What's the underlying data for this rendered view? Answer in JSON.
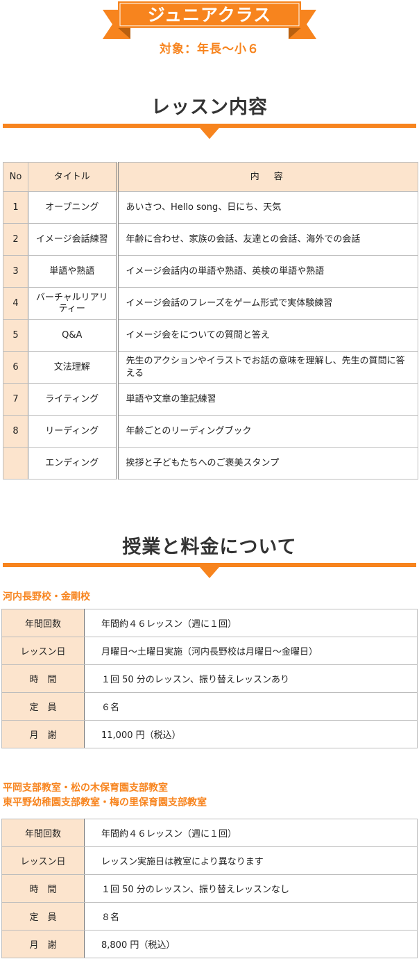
{
  "header": {
    "title": "ジュニアクラス",
    "target": "対象：年長〜小６"
  },
  "colors": {
    "accent": "#f7841e",
    "table_header": "#fce4cd"
  },
  "lesson_section": {
    "title": "レッスン内容",
    "columns": [
      "No",
      "タイトル",
      "内　容"
    ],
    "rows": [
      {
        "no": "1",
        "title": "オープニング",
        "content": "あいさつ、Hello song、日にち、天気"
      },
      {
        "no": "2",
        "title": "イメージ会話練習",
        "content": "年齢に合わせ、家族の会話、友達との会話、海外での会話"
      },
      {
        "no": "3",
        "title": "単語や熟語",
        "content": "イメージ会話内の単語や熟語、英検の単語や熟語"
      },
      {
        "no": "4",
        "title": "バーチャルリアリティー",
        "content": "イメージ会話のフレーズをゲーム形式で実体験練習"
      },
      {
        "no": "5",
        "title": "Q&A",
        "content": "イメージ会をについての質問と答え"
      },
      {
        "no": "6",
        "title": "文法理解",
        "content": "先生のアクションやイラストでお話の意味を理解し、先生の質問に答える"
      },
      {
        "no": "7",
        "title": "ライティング",
        "content": "単語や文章の筆記練習"
      },
      {
        "no": "8",
        "title": "リーディング",
        "content": "年齢ごとのリーディングブック"
      },
      {
        "no": "",
        "title": "エンディング",
        "content": "挨拶と子どもたちへのご褒美スタンプ"
      }
    ]
  },
  "fee_section": {
    "title": "授業と料金について",
    "campus1": {
      "name": "河内長野校・金剛校",
      "rows": [
        {
          "key": "年間回数",
          "value": "年間約４６レッスン（週に１回）"
        },
        {
          "key": "レッスン日",
          "value": "月曜日〜土曜日実施（河内長野校は月曜日〜金曜日）"
        },
        {
          "key": "時　間",
          "value": "１回 50 分のレッスン、振り替えレッスンあり"
        },
        {
          "key": "定　員",
          "value": "６名"
        },
        {
          "key": "月　謝",
          "value": "11,000 円（税込）"
        }
      ]
    },
    "campus2": {
      "name_line1": "平岡支部教室・松の木保育園支部教室",
      "name_line2": "東平野幼稚園支部教室・梅の里保育園支部教室",
      "rows": [
        {
          "key": "年間回数",
          "value": "年間約４６レッスン（週に１回）"
        },
        {
          "key": "レッスン日",
          "value": "レッスン実施日は教室により異なります"
        },
        {
          "key": "時　間",
          "value": "１回 50 分のレッスン、振り替えレッスンなし"
        },
        {
          "key": "定　員",
          "value": "８名"
        },
        {
          "key": "月　謝",
          "value": "8,800 円（税込）"
        }
      ]
    }
  }
}
